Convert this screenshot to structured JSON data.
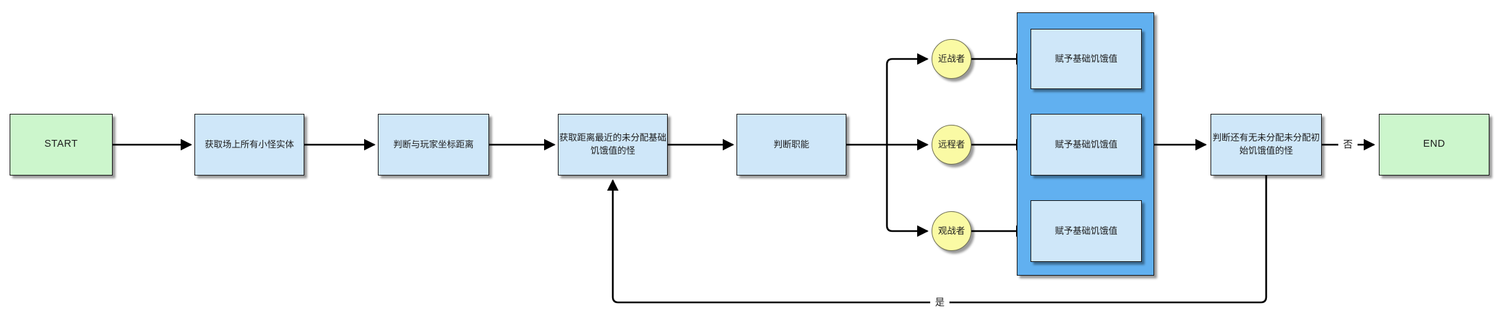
{
  "flow": {
    "start": {
      "label": "START"
    },
    "end": {
      "label": "END"
    },
    "steps": [
      {
        "label": "获取场上所有小怪实体"
      },
      {
        "label": "判断与玩家坐标距离"
      },
      {
        "label": "获取距离最近的未分配基础\n饥饿值的怪"
      },
      {
        "label": "判断职能"
      },
      {
        "label": "判断还有无未分配未分配初\n始饥饿值的怪"
      }
    ],
    "roles": [
      {
        "label": "近战者"
      },
      {
        "label": "远程者"
      },
      {
        "label": "观战者"
      }
    ],
    "assigns": [
      {
        "label": "赋予基础饥饿值"
      },
      {
        "label": "赋予基础饥饿值"
      },
      {
        "label": "赋予基础饥饿值"
      }
    ],
    "edge_labels": {
      "no": "否",
      "yes": "是"
    }
  },
  "colors": {
    "terminal_fill": "#ccf6cc",
    "process_fill": "#cfe7f9",
    "container_fill": "#61b0f0",
    "role_fill": "#fafaa4",
    "line_color": "#000000"
  }
}
